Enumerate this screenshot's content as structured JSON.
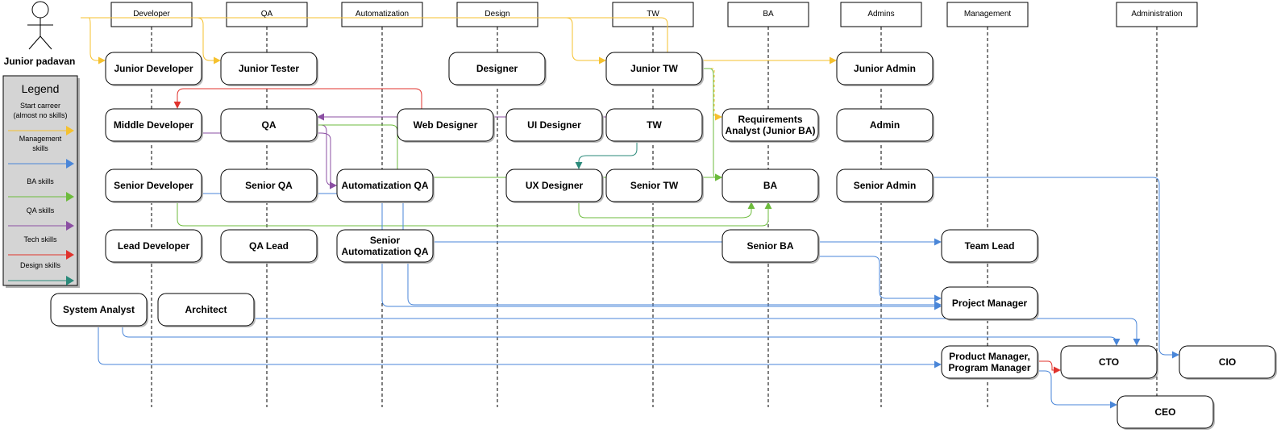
{
  "colors": {
    "start": "#f5c12e",
    "management": "#4a86d8",
    "ba": "#6cbb3c",
    "qa": "#8b4fa3",
    "tech": "#e0332d",
    "design": "#2a8a7a"
  },
  "actor": {
    "label": "Junior padavan",
    "icon": "stick-figure-icon"
  },
  "lanes": [
    {
      "id": "developer",
      "label": "Developer"
    },
    {
      "id": "qa",
      "label": "QA"
    },
    {
      "id": "automatization",
      "label": "Automatization"
    },
    {
      "id": "design",
      "label": "Design"
    },
    {
      "id": "tw",
      "label": "TW"
    },
    {
      "id": "ba",
      "label": "BA"
    },
    {
      "id": "admins",
      "label": "Admins"
    },
    {
      "id": "management",
      "label": "Management"
    },
    {
      "id": "administration",
      "label": "Administration"
    }
  ],
  "nodes": [
    {
      "id": "junior_developer",
      "label": "Junior Developer"
    },
    {
      "id": "junior_tester",
      "label": "Junior Tester"
    },
    {
      "id": "designer",
      "label": "Designer"
    },
    {
      "id": "junior_tw",
      "label": "Junior TW"
    },
    {
      "id": "junior_admin",
      "label": "Junior Admin"
    },
    {
      "id": "middle_developer",
      "label": "Middle Developer"
    },
    {
      "id": "qa",
      "label": "QA"
    },
    {
      "id": "web_designer",
      "label": "Web Designer"
    },
    {
      "id": "ui_designer",
      "label": "UI Designer"
    },
    {
      "id": "tw",
      "label": "TW"
    },
    {
      "id": "req_analyst",
      "label": "Requirements Analyst (Junior BA)",
      "lines": [
        "Requirements",
        "Analyst (Junior BA)"
      ]
    },
    {
      "id": "admin",
      "label": "Admin"
    },
    {
      "id": "senior_developer",
      "label": "Senior Developer"
    },
    {
      "id": "senior_qa",
      "label": "Senior QA"
    },
    {
      "id": "automatization_qa",
      "label": "Automatization QA"
    },
    {
      "id": "ux_designer",
      "label": "UX Designer"
    },
    {
      "id": "senior_tw",
      "label": "Senior TW"
    },
    {
      "id": "ba",
      "label": "BA"
    },
    {
      "id": "senior_admin",
      "label": "Senior Admin"
    },
    {
      "id": "lead_developer",
      "label": "Lead Developer"
    },
    {
      "id": "qa_lead",
      "label": "QA Lead"
    },
    {
      "id": "senior_automatization_qa",
      "label": "Senior Automatization QA",
      "lines": [
        "Senior",
        "Automatization QA"
      ]
    },
    {
      "id": "senior_ba",
      "label": "Senior BA"
    },
    {
      "id": "team_lead",
      "label": "Team Lead"
    },
    {
      "id": "project_manager",
      "label": "Project Manager"
    },
    {
      "id": "system_analyst",
      "label": "System Analyst"
    },
    {
      "id": "architect",
      "label": "Architect"
    },
    {
      "id": "product_manager",
      "label": "Product Manager, Program Manager",
      "lines": [
        "Product Manager,",
        "Program Manager"
      ]
    },
    {
      "id": "cto",
      "label": "CTO"
    },
    {
      "id": "cio",
      "label": "CIO"
    },
    {
      "id": "ceo",
      "label": "CEO"
    }
  ],
  "legend": {
    "title": "Legend",
    "items": [
      {
        "label": "Start carreer (almost no skills)",
        "lines": [
          "Start carreer",
          "(almost no skills)"
        ],
        "color_key": "start"
      },
      {
        "label": "Management skills",
        "lines": [
          "Management",
          "skills"
        ],
        "color_key": "management"
      },
      {
        "label": "BA skills",
        "lines": [
          "BA skills"
        ],
        "color_key": "ba"
      },
      {
        "label": "QA skills",
        "lines": [
          "QA skills"
        ],
        "color_key": "qa"
      },
      {
        "label": "Tech skills",
        "lines": [
          "Tech skills"
        ],
        "color_key": "tech"
      },
      {
        "label": "Design skills",
        "lines": [
          "Design skills"
        ],
        "color_key": "design"
      }
    ]
  },
  "edges": [
    {
      "from": "actor",
      "to": "junior_developer",
      "kind": "start"
    },
    {
      "from": "actor",
      "to": "junior_tester",
      "kind": "start"
    },
    {
      "from": "actor",
      "to": "junior_tw",
      "kind": "start"
    },
    {
      "from": "actor",
      "to": "junior_admin",
      "kind": "start"
    },
    {
      "from": "junior_tw",
      "to": "req_analyst",
      "kind": "start"
    },
    {
      "from": "web_designer",
      "to": "middle_developer",
      "kind": "tech"
    },
    {
      "from": "tw",
      "to": "qa",
      "kind": "qa"
    },
    {
      "from": "qa",
      "to": "automatization_qa",
      "kind": "qa"
    },
    {
      "from": "middle_developer",
      "to": "automatization_qa",
      "kind": "qa"
    },
    {
      "from": "tw",
      "to": "ux_designer",
      "kind": "design"
    },
    {
      "from": "qa",
      "to": "ba",
      "kind": "ba"
    },
    {
      "from": "junior_tw",
      "to": "ba",
      "kind": "ba"
    },
    {
      "from": "senior_developer",
      "to": "ba",
      "kind": "ba"
    },
    {
      "from": "ux_designer",
      "to": "ba",
      "kind": "ba"
    },
    {
      "from": "senior_developer",
      "to": "team_lead",
      "kind": "management"
    },
    {
      "from": "senior_qa",
      "to": "project_manager",
      "kind": "management"
    },
    {
      "from": "senior_automatization_qa",
      "to": "project_manager",
      "kind": "management"
    },
    {
      "from": "senior_ba",
      "to": "project_manager",
      "kind": "management"
    },
    {
      "from": "architect",
      "to": "cto",
      "kind": "management"
    },
    {
      "from": "system_analyst",
      "to": "cto",
      "kind": "management"
    },
    {
      "from": "system_analyst",
      "to": "product_manager",
      "kind": "management"
    },
    {
      "from": "senior_admin",
      "to": "cio",
      "kind": "management"
    },
    {
      "from": "product_manager",
      "to": "cto",
      "kind": "tech"
    },
    {
      "from": "product_manager",
      "to": "ceo",
      "kind": "management"
    }
  ]
}
